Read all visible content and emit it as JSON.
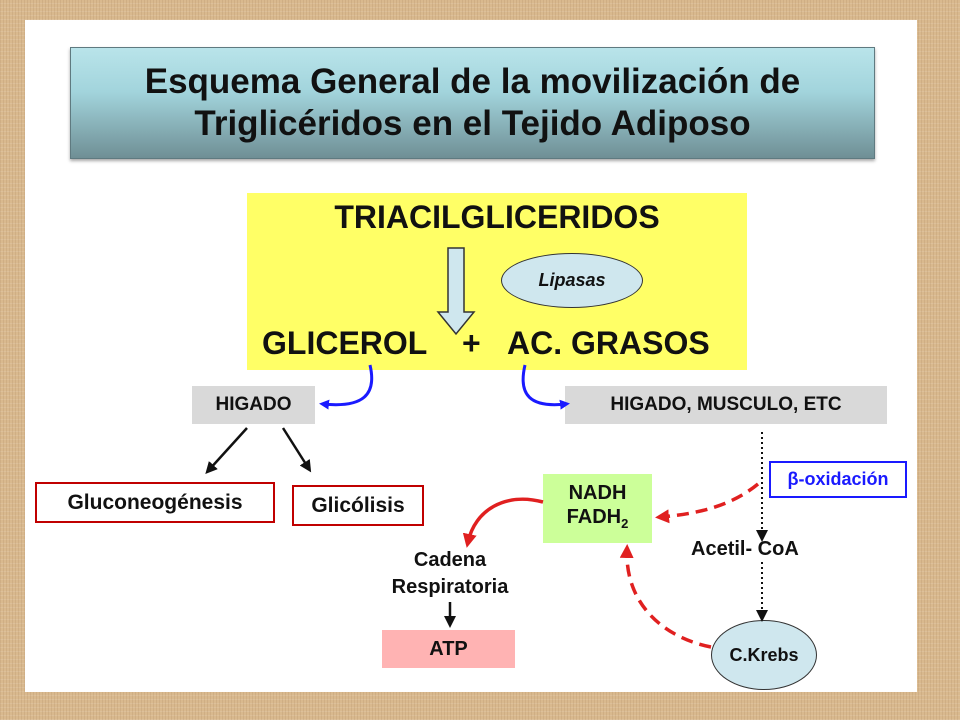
{
  "title": {
    "line1": "Esquema General de la movilización de",
    "line2": "Triglicéridos en el Tejido Adiposo"
  },
  "diagram": {
    "triacilgliceridos": "TRIACILGLICERIDOS",
    "lipasas": "Lipasas",
    "glicerol": "GLICEROL",
    "plus": "+",
    "ac_grasos": "AC. GRASOS",
    "higado": "HIGADO",
    "higado_musculo": "HIGADO, MUSCULO, ETC",
    "gluconeogenesis": "Gluconeogénesis",
    "glicolisis": "Glicólisis",
    "nadh": "NADH",
    "fadh_base": "FADH",
    "fadh_sub": "2",
    "beta_symbol": "β",
    "beta_oxidacion": "-oxidación",
    "acetil_coa": "Acetil- CoA",
    "cadena": "Cadena",
    "respiratoria": "Respiratoria",
    "atp": "ATP",
    "krebs": "C.Krebs"
  },
  "colors": {
    "title_bg": "#a2d4dc",
    "yellow_box": "#ffff66",
    "gray_label": "#d9d9d9",
    "red_border": "#c00000",
    "nadh_green": "#ccff99",
    "beta_blue": "#1a1aff",
    "atp_pink": "#ffb3b3",
    "ellipse_fill": "#cfe7ee",
    "blue_arrow": "#1a1aff",
    "red_arrow": "#e02020"
  }
}
